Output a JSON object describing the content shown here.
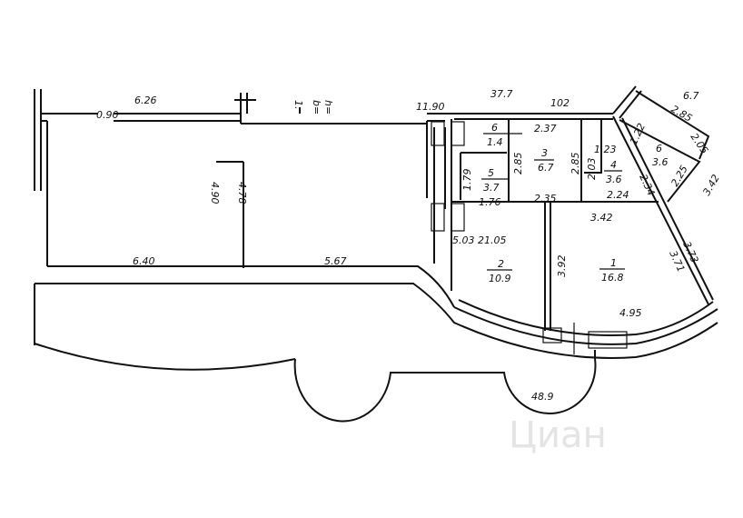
{
  "title_marks": {
    "h_label": "1.",
    "b_label": "b=",
    "h2_label": "h="
  },
  "dimensions": {
    "d_0_90": "0.90",
    "d_6_26": "6.26",
    "d_11_90": "11.90",
    "d_37_7": "37.7",
    "d_102": "102",
    "d_6_7_top": "6.7",
    "d_2_85_diag": "2.85",
    "d_1_22": "1.22",
    "d_2_05": "2.05",
    "d_2_25": "2.25",
    "d_3_42_diag": "3.42",
    "d_2_34": "2.34",
    "d_2_37": "2.37",
    "d_2_85_a": "2.85",
    "d_2_85_b": "2.85",
    "d_2_03": "2.03",
    "d_1_23": "1.23",
    "d_1_79": "1.79",
    "d_1_76": "1.76",
    "d_2_35": "2.35",
    "d_2_24": "2.24",
    "d_3_42": "3.42",
    "d_4_90": "4.90",
    "d_4_78": "4.78",
    "d_6_40": "6.40",
    "d_5_67": "5.67",
    "d_3_92": "3.92",
    "d_3_73": "3.73",
    "d_3_71": "3.71",
    "d_4_95": "4.95",
    "d_48_9": "48.9",
    "d_shaft": "5.03 21.05"
  },
  "rooms": [
    {
      "number": "1",
      "area": "16.8"
    },
    {
      "number": "2",
      "area": "10.9"
    },
    {
      "number": "3",
      "area": "6.7"
    },
    {
      "number": "4",
      "area": "3.6"
    },
    {
      "number": "5",
      "area": "3.7"
    },
    {
      "number": "6",
      "area": "1.4"
    },
    {
      "number": "6",
      "area": "3.6"
    }
  ],
  "watermark": "Циан"
}
